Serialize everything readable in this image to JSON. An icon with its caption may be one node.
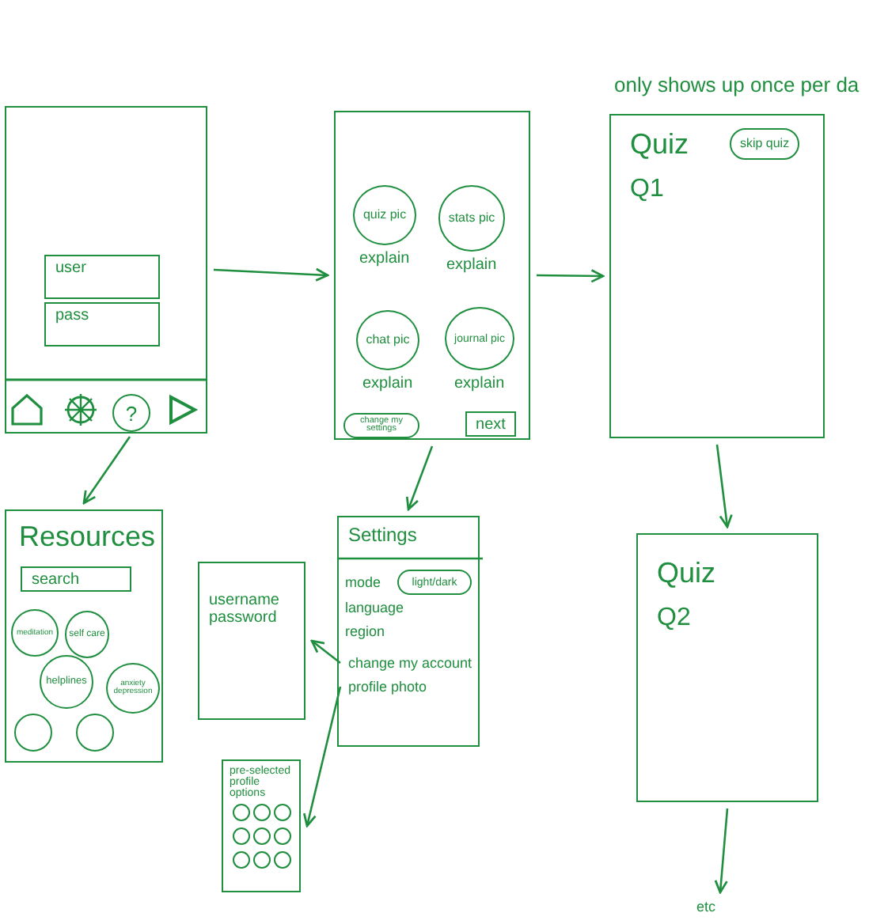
{
  "diagram": {
    "nodes": [
      {
        "text": [],
        "shape": "box"
      },
      {
        "text": [
          "user"
        ],
        "in": 0
      },
      {
        "text": [
          "pass"
        ],
        "in": 0
      },
      {
        "text": [
          "?"
        ],
        "in": 0
      },
      {
        "text": [],
        "shape": "box"
      },
      {
        "text": [
          "quiz pic"
        ],
        "in": 4,
        "beside": [
          "explain"
        ]
      },
      {
        "text": [
          "stats pic"
        ],
        "in": 4,
        "beside": [
          "explain"
        ]
      },
      {
        "text": [
          "chat pic"
        ],
        "in": 4,
        "beside": [
          "explain"
        ]
      },
      {
        "text": [
          "journal pic"
        ],
        "in": 4,
        "beside": [
          "explain"
        ]
      },
      {
        "text": [
          "change my settings"
        ],
        "in": 4
      },
      {
        "text": [
          "next"
        ],
        "in": 4
      },
      {
        "text": [
          "Quiz",
          "Q1"
        ]
      },
      {
        "text": [
          "skip quiz"
        ],
        "in": 11
      },
      {
        "text": [
          "Resources"
        ]
      },
      {
        "text": [
          "search"
        ],
        "in": 13
      },
      {
        "text": [
          "meditation"
        ],
        "in": 13
      },
      {
        "text": [
          "self care"
        ],
        "in": 13
      },
      {
        "text": [
          "helplines"
        ],
        "in": 13
      },
      {
        "text": [
          "anxiety depression"
        ],
        "in": 13
      },
      {
        "text": [],
        "shape": "circle",
        "in": 13
      },
      {
        "text": [],
        "shape": "circle",
        "in": 13
      },
      {
        "text": [
          "Settings",
          "mode",
          "language",
          "region"
        ]
      },
      {
        "text": [
          "light/dark"
        ],
        "in": 21
      },
      {
        "text": [
          "change my account"
        ],
        "in": 21
      },
      {
        "text": [
          "profile photo"
        ],
        "in": 21
      },
      {
        "text": [
          "username password"
        ]
      },
      {
        "text": [
          "pre-selected profile options"
        ]
      },
      {
        "text": [],
        "shape": "circle",
        "in": 26
      },
      {
        "text": [],
        "shape": "circle",
        "in": 26
      },
      {
        "text": [],
        "shape": "circle",
        "in": 26
      },
      {
        "text": [],
        "shape": "circle",
        "in": 26
      },
      {
        "text": [],
        "shape": "circle",
        "in": 26
      },
      {
        "text": [],
        "shape": "circle",
        "in": 26
      },
      {
        "text": [],
        "shape": "circle",
        "in": 26
      },
      {
        "text": [],
        "shape": "circle",
        "in": 26
      },
      {
        "text": [],
        "shape": "circle",
        "in": 26
      },
      {
        "text": [
          "Quiz",
          "Q2"
        ]
      },
      {
        "text": [
          "etc"
        ]
      }
    ],
    "edges": [
      {
        "from": 0,
        "to": 4,
        "arrow": "to"
      },
      {
        "from": 4,
        "to": 11,
        "arrow": "to"
      },
      {
        "from": 4,
        "to": 21,
        "arrow": "to"
      },
      {
        "from": 3,
        "to": 13,
        "arrow": "to"
      },
      {
        "from": 23,
        "to": 25,
        "arrow": "to"
      },
      {
        "from": 24,
        "to": 26,
        "arrow": "to"
      },
      {
        "from": 11,
        "to": 36,
        "arrow": "to"
      },
      {
        "from": 36,
        "to": 37,
        "arrow": "to"
      }
    ],
    "labels": [
      "only shows up once per da"
    ]
  }
}
